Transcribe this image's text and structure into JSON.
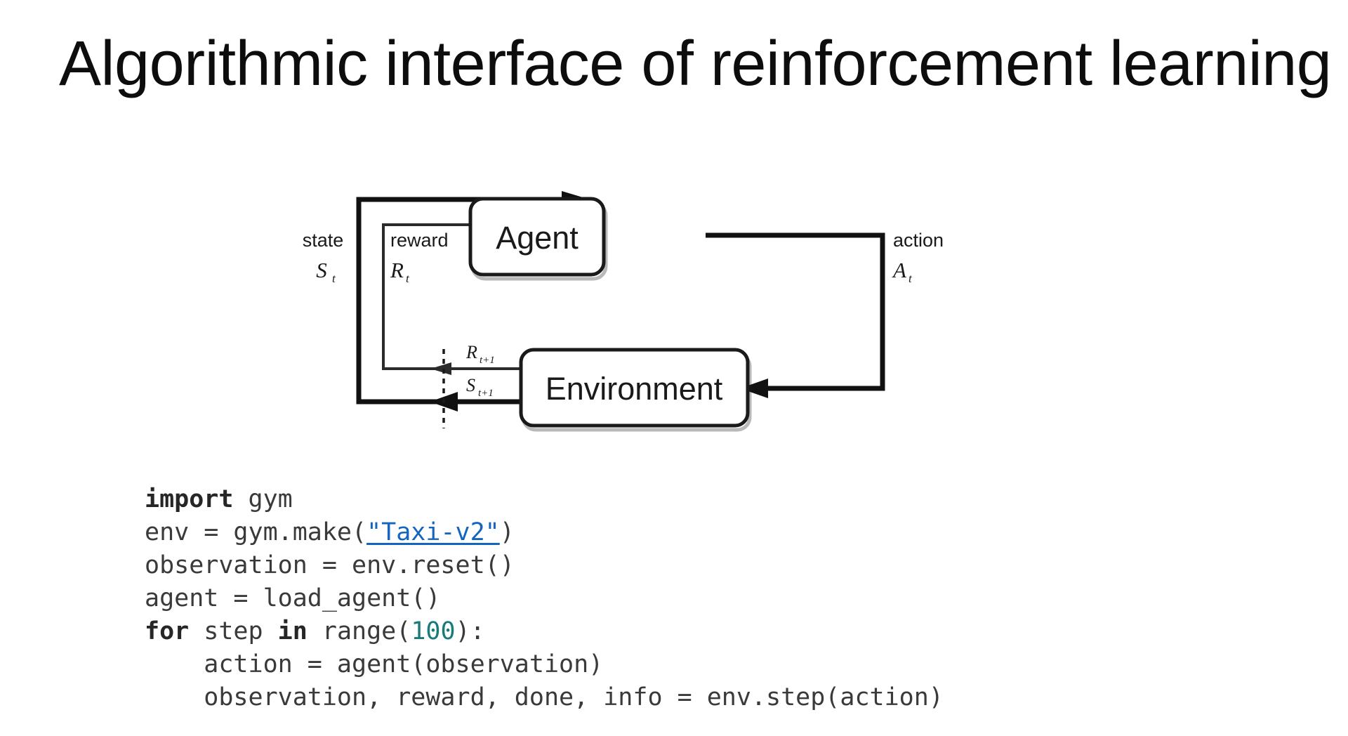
{
  "slide": {
    "title": "Algorithmic interface of reinforcement learning",
    "background_color": "#ffffff"
  },
  "diagram": {
    "name": "agent-environment-interface",
    "nodes": {
      "agent": "Agent",
      "environment": "Environment"
    },
    "edges": {
      "state_word": "state",
      "state_symbol": "S",
      "state_subscript": "t",
      "reward_word": "reward",
      "reward_symbol": "R",
      "reward_subscript": "t",
      "action_word": "action",
      "action_symbol": "A",
      "action_subscript": "t",
      "next_reward_symbol": "R",
      "next_reward_subscript": "t+1",
      "next_state_symbol": "S",
      "next_state_subscript": "t+1"
    }
  },
  "code": {
    "language": "python",
    "colors": {
      "keyword": "#262626",
      "plain": "#3a3a3a",
      "number": "#177b7b",
      "link": "#1565c0"
    },
    "lines": [
      {
        "id": "l1",
        "tokens": [
          {
            "t": "kw",
            "s": "import"
          },
          {
            "t": "plain",
            "s": " gym"
          }
        ]
      },
      {
        "id": "l2",
        "tokens": [
          {
            "t": "plain",
            "s": "env = gym.make("
          },
          {
            "t": "link",
            "s": "\"Taxi-v2\""
          },
          {
            "t": "plain",
            "s": ")"
          }
        ]
      },
      {
        "id": "l3",
        "tokens": [
          {
            "t": "plain",
            "s": "observation = env.reset()"
          }
        ]
      },
      {
        "id": "l4",
        "tokens": [
          {
            "t": "plain",
            "s": "agent = load_agent()"
          }
        ]
      },
      {
        "id": "l5",
        "tokens": [
          {
            "t": "kw",
            "s": "for"
          },
          {
            "t": "plain",
            "s": " step "
          },
          {
            "t": "kw",
            "s": "in"
          },
          {
            "t": "plain",
            "s": " range("
          },
          {
            "t": "num",
            "s": "100"
          },
          {
            "t": "plain",
            "s": "):"
          }
        ]
      },
      {
        "id": "l6",
        "tokens": [
          {
            "t": "plain",
            "s": "    action = agent(observation)"
          }
        ]
      },
      {
        "id": "l7",
        "tokens": [
          {
            "t": "plain",
            "s": "    observation, reward, done, info = env.step(action)"
          }
        ]
      }
    ]
  }
}
